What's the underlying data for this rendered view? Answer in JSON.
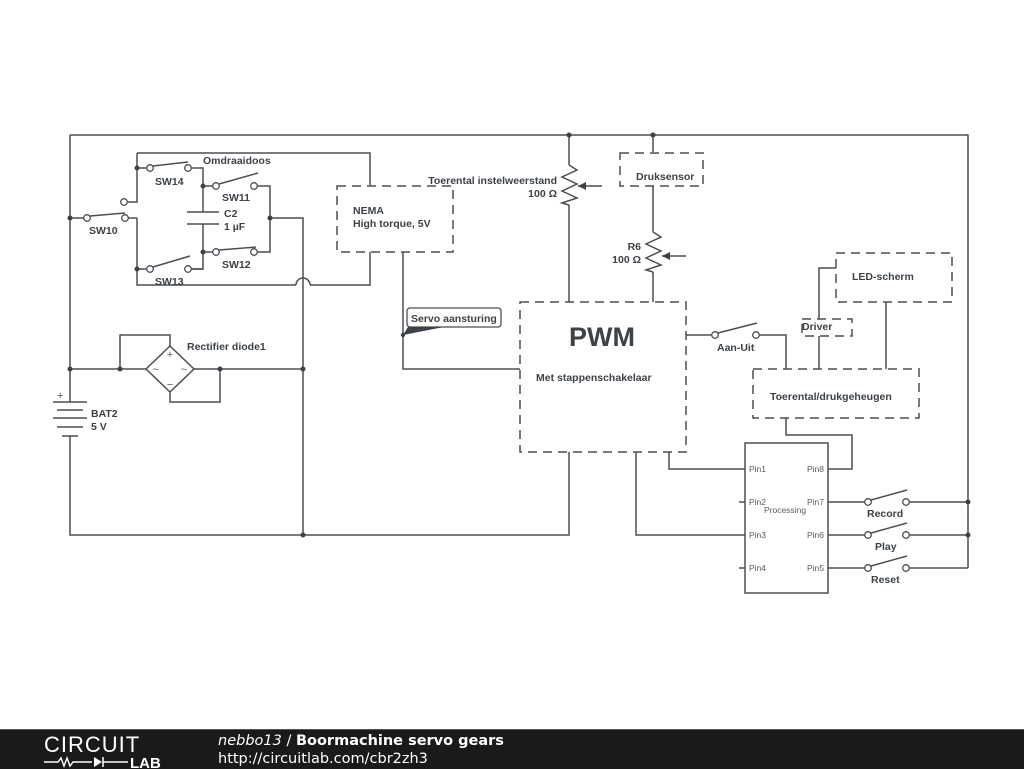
{
  "diagram": {
    "components": {
      "switch_block_label": "Omdraaidoos",
      "sw14": "SW14",
      "sw11": "SW11",
      "sw10": "SW10",
      "sw12": "SW12",
      "sw13": "SW13",
      "c2_name": "C2",
      "c2_value": "1 µF",
      "nema_line1": "NEMA",
      "nema_line2": "High torque, 5V",
      "pot1_name": "Toerental instelweerstand",
      "pot1_value": "100 Ω",
      "druksensor": "Druksensor",
      "r6_name": "R6",
      "r6_value": "100 Ω",
      "led_scherm": "LED-scherm",
      "driver": "Driver",
      "servo_label": "Servo aansturing",
      "pwm_title": "PWM",
      "pwm_subtitle": "Met stappenschakelaar",
      "aan_uit": "Aan-Uit",
      "geheugen": "Toerental/drukgeheugen",
      "rectifier": "Rectifier diode1",
      "bat_name": "BAT2",
      "bat_value": "5 V",
      "bat_plus": "+",
      "bridge_plus": "+",
      "bridge_minus": "−",
      "bridge_ac": "~",
      "ic_label": "Processing",
      "ic_pins": [
        "Pin1",
        "Pin2",
        "Pin3",
        "Pin4",
        "Pin5",
        "Pin6",
        "Pin7",
        "Pin8"
      ],
      "record": "Record",
      "play": "Play",
      "reset": "Reset"
    }
  },
  "footer": {
    "logo_top": "CIRCUIT",
    "logo_bottom": "LAB",
    "author": "nebbo13",
    "separator": " / ",
    "title": "Boormachine servo gears",
    "url": "http://circuitlab.com/cbr2zh3"
  }
}
